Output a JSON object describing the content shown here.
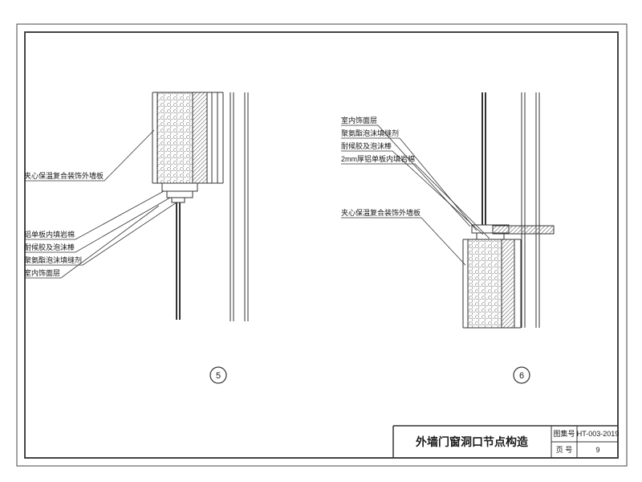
{
  "sheet": {
    "title": "外墙门窗洞口节点构造",
    "atlas_label": "图集号",
    "atlas_value": "HT-003-2019",
    "page_label": "页 号",
    "page_value": "9"
  },
  "details": {
    "left": {
      "number": "5",
      "labels": [
        "夹心保温复合装饰外墙板",
        "铝单板内填岩棉",
        "耐候胶及泡沫棒",
        "聚氨酯泡沫填缝剂",
        "室内饰面层"
      ]
    },
    "right": {
      "number": "6",
      "labels": [
        "室内饰面层",
        "聚氨酯泡沫填缝剂",
        "耐候胶及泡沫棒",
        "2mm厚铝单板内填岩棉",
        "夹心保温复合装饰外墙板"
      ]
    }
  },
  "colors": {
    "line": "#333333",
    "background": "#ffffff"
  }
}
